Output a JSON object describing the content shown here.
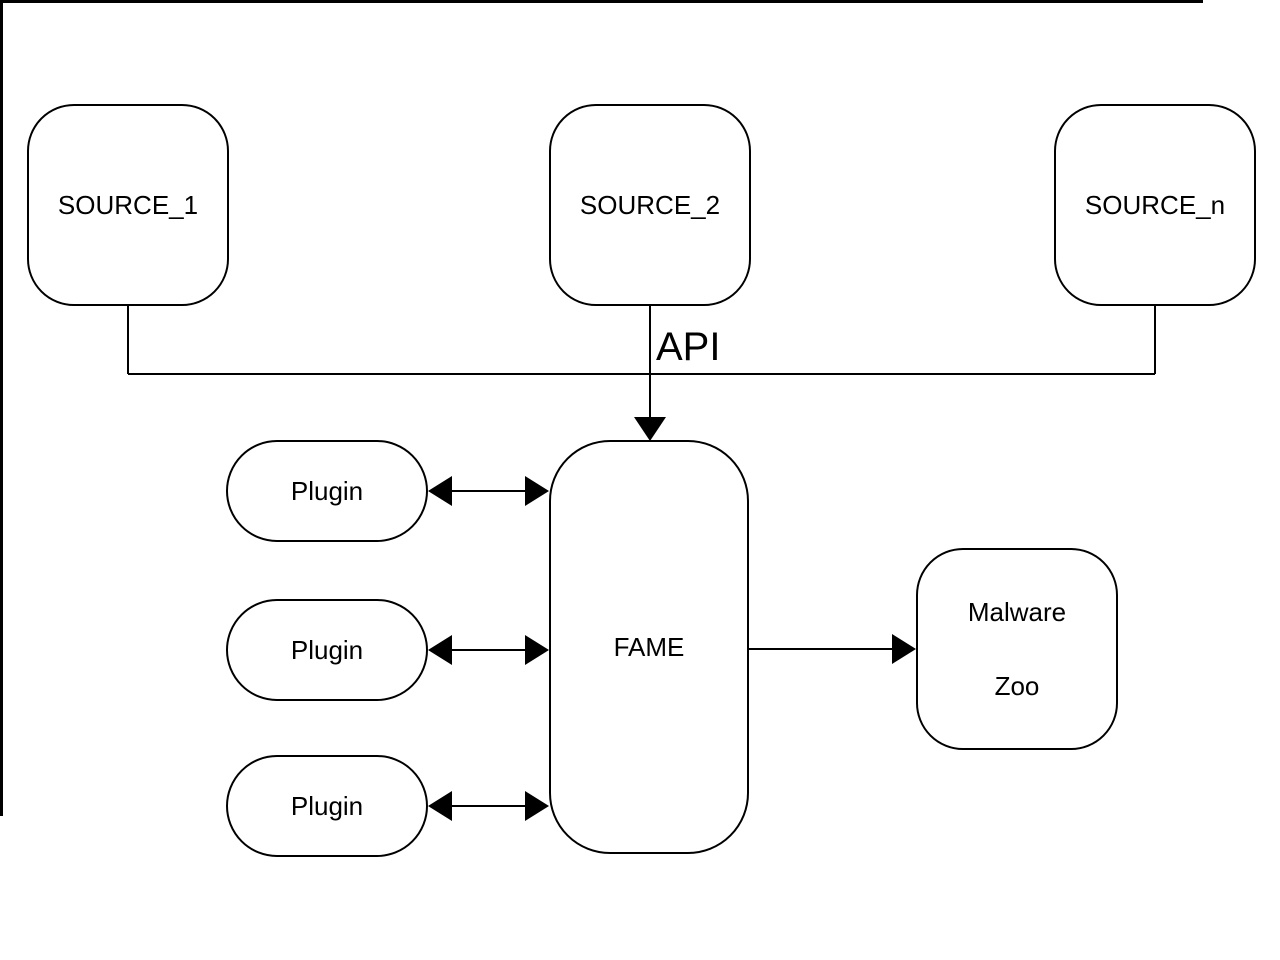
{
  "diagram": {
    "type": "architecture-flow",
    "colors": {
      "background": "#ffffff",
      "stroke": "#000000",
      "text": "#000000"
    },
    "sources": [
      {
        "label": "SOURCE_1"
      },
      {
        "label": "SOURCE_2"
      },
      {
        "label": "SOURCE_n"
      }
    ],
    "api_label": "API",
    "plugins": [
      {
        "label": "Plugin"
      },
      {
        "label": "Plugin"
      },
      {
        "label": "Plugin"
      }
    ],
    "core": {
      "label": "FAME"
    },
    "sink": {
      "line1": "Malware",
      "line2": "Zoo"
    }
  }
}
